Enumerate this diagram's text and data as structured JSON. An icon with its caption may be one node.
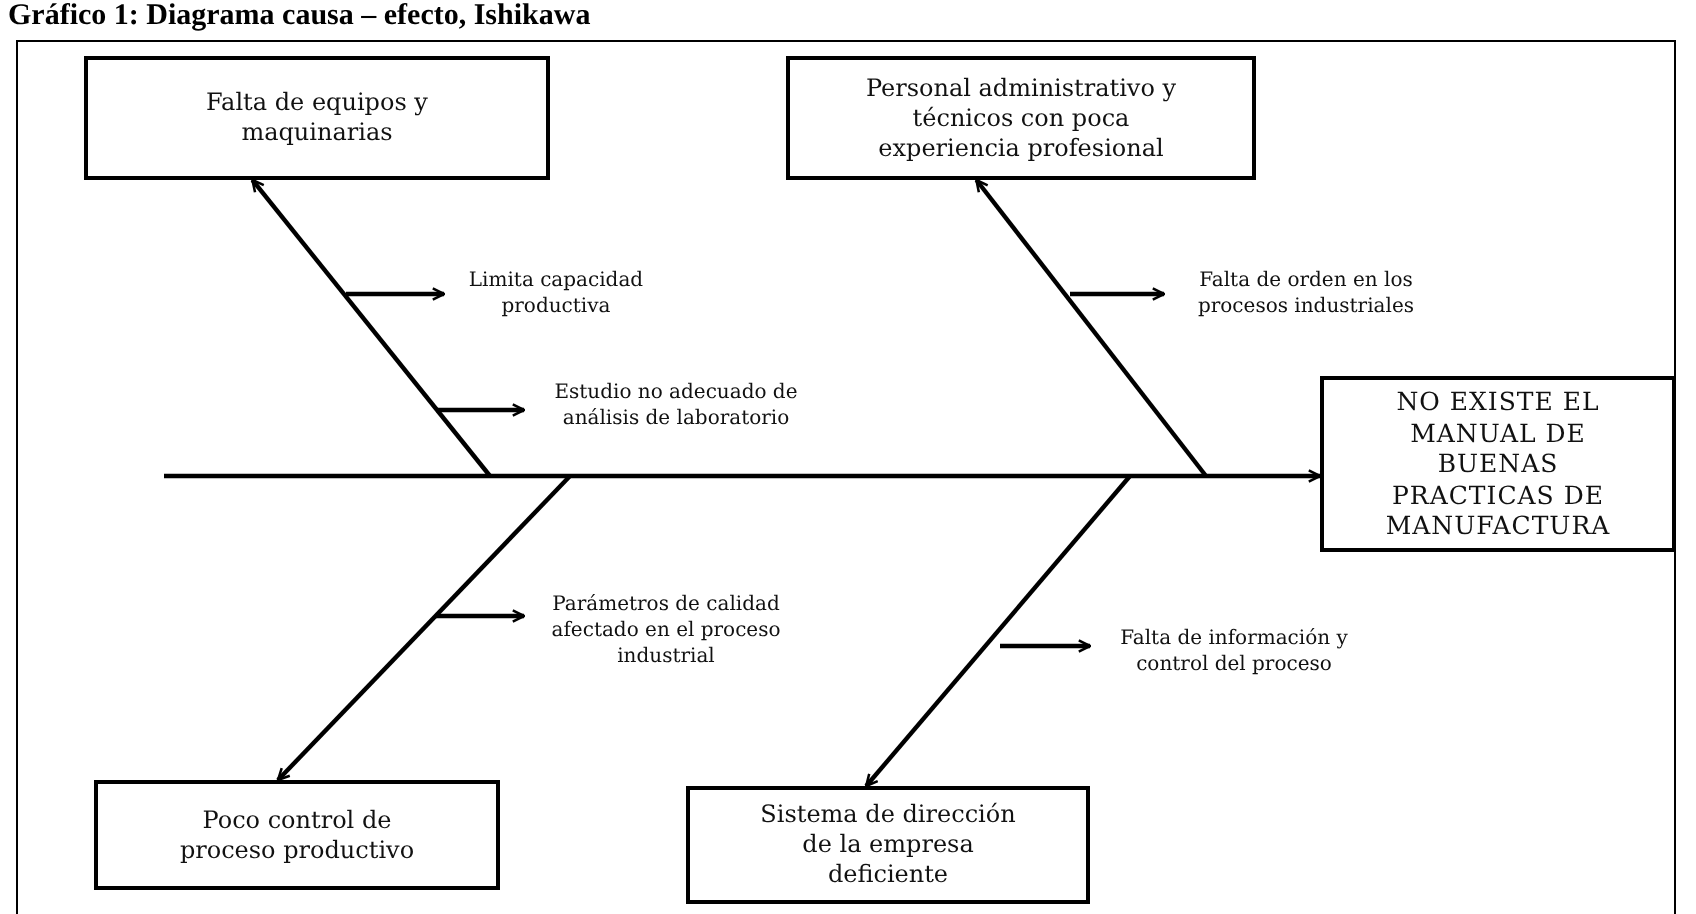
{
  "diagram": {
    "title": "Gráfico 1: Diagrama causa – efecto, Ishikawa",
    "nodes": [
      {
        "text": [
          "Falta de equipos y maquinarias"
        ]
      },
      {
        "text": [
          "Personal administrativo y técnicos con poca experiencia profesional"
        ]
      },
      {
        "text": [
          "Limita capacidad productiva"
        ]
      },
      {
        "text": [
          "Falta de orden en los procesos industriales"
        ]
      },
      {
        "text": [
          "Estudio no adecuado de análisis de laboratorio"
        ]
      },
      {
        "text": [
          "NO EXISTE EL MANUAL DE BUENAS PRACTICAS DE MANUFACTURA"
        ]
      },
      {
        "text": [
          "Parámetros de calidad afectado en el proceso industrial"
        ]
      },
      {
        "text": [
          "Falta de información y control del proceso"
        ]
      },
      {
        "text": [
          "Poco control de proceso productivo"
        ]
      },
      {
        "text": [
          "Sistema de dirección de la empresa deficiente"
        ]
      }
    ],
    "edges": [
      {
        "from": null,
        "to": 5,
        "arrow": "to"
      },
      {
        "from": null,
        "to": 0,
        "arrow": "to"
      },
      {
        "from": null,
        "to": 1,
        "arrow": "to"
      },
      {
        "from": null,
        "to": 8,
        "arrow": "to"
      },
      {
        "from": null,
        "to": 9,
        "arrow": "to"
      },
      {
        "from": null,
        "to": 2,
        "arrow": "to"
      },
      {
        "from": null,
        "to": 4,
        "arrow": "to"
      },
      {
        "from": null,
        "to": 3,
        "arrow": "to"
      },
      {
        "from": null,
        "to": 6,
        "arrow": "to"
      },
      {
        "from": null,
        "to": 7,
        "arrow": "to"
      }
    ]
  }
}
